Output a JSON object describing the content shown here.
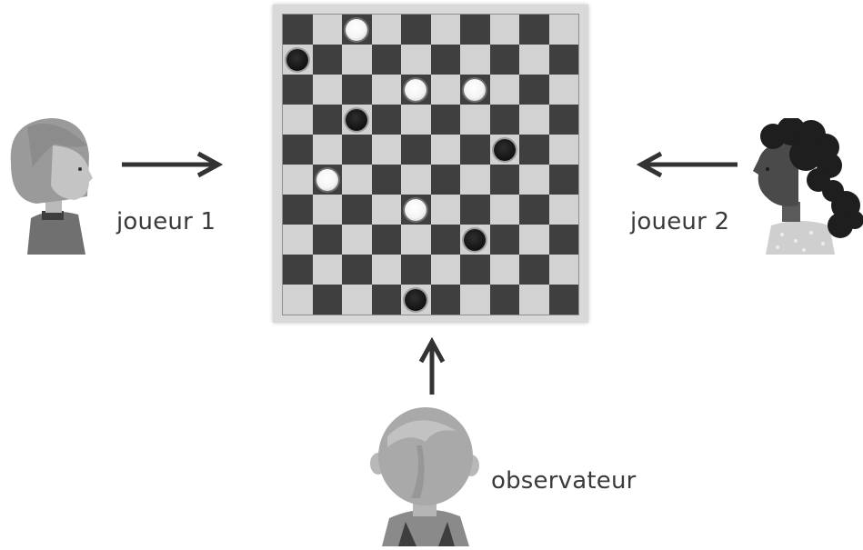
{
  "labels": {
    "player1": "joueur 1",
    "player2": "joueur 2",
    "observer": "observateur"
  },
  "board": {
    "size": 10,
    "white_pieces": [
      [
        0,
        2
      ],
      [
        2,
        4
      ],
      [
        2,
        6
      ],
      [
        5,
        1
      ],
      [
        6,
        4
      ]
    ],
    "black_pieces": [
      [
        1,
        0
      ],
      [
        3,
        2
      ],
      [
        4,
        7
      ],
      [
        7,
        6
      ],
      [
        9,
        4
      ]
    ]
  },
  "colors": {
    "dark_square": "#3f3f3f",
    "light_square": "#d2d2d2",
    "arrow": "#333333",
    "character_gray": "#a8a8a8"
  }
}
